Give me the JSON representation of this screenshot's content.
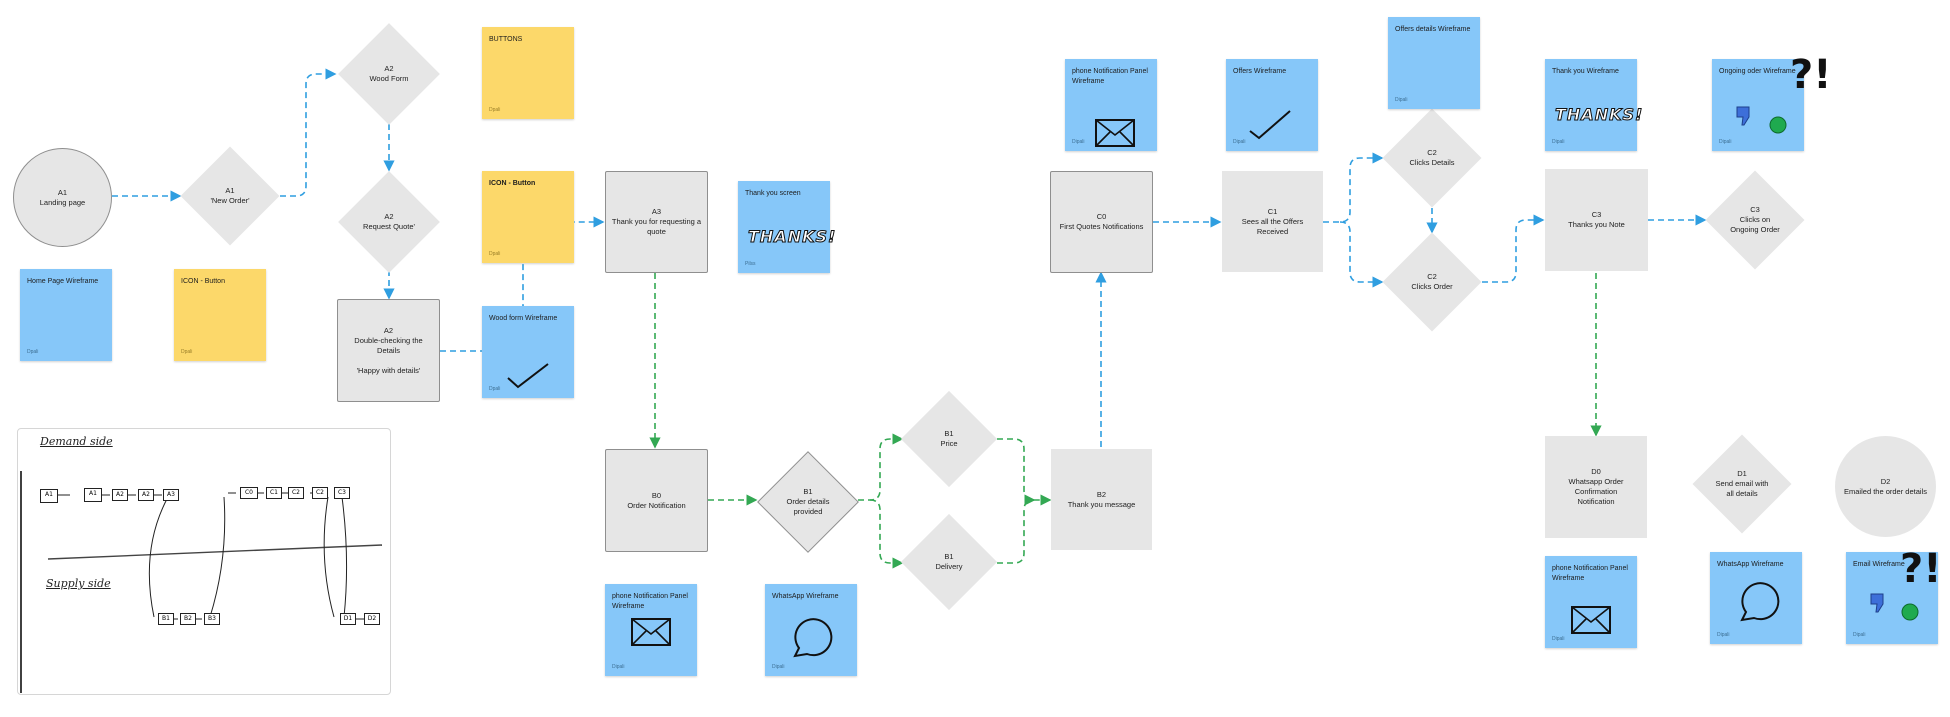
{
  "colors": {
    "node_fill": "#e6e6e6",
    "sticky_blue": "#86c7f9",
    "sticky_yellow": "#fcd86a",
    "flow_blue": "#2f9ee0",
    "flow_green": "#33a853"
  },
  "nodes": {
    "a1_landing": "A1\nLanding page",
    "a1_new_order": "A1\n'New Order'",
    "a2_wood_form": "A2\nWood Form",
    "a2_request_quote": "A2\nRequest Quote'",
    "a2_double_check": "A2\nDouble-checking the Details\n\n'Happy with details'",
    "a3_thank_you": "A3\nThank you for requesting a\nquote",
    "b0_order_notification": "B0\nOrder Notification",
    "b1_order_details": "B1\nOrder details\nprovided",
    "b1_price": "B1\nPrice",
    "b1_delivery": "B1\nDelivery",
    "b2_thank_you_message": "B2\nThank you message",
    "c0_first_quotes": "C0\nFirst Quotes Notifications",
    "c1_sees_offers": "C1\nSees all the Offers Received",
    "c2_clicks_details": "C2\nClicks Details",
    "c2_clicks_order": "C2\nClicks Order",
    "c3_thanks_note": "C3\nThanks you Note",
    "c3_clicks_ongoing": "C3\nClicks on\nOngoing Order",
    "d0_whatsapp_confirmation": "D0\nWhatsapp Order Confirmation\nNotification",
    "d1_send_email": "D1\nSend email with\nall details",
    "d2_emailed": "D2\nEmailed the order details"
  },
  "stickies": {
    "buttons": {
      "title": "BUTTONS",
      "author": "Dpali"
    },
    "icon_button_1": {
      "title": "ICON - Button",
      "author": "Dpali"
    },
    "icon_button_2": {
      "title": "ICON - Button",
      "author": "Dpali"
    },
    "home_page_wireframe": {
      "title": "Home Page Wireframe",
      "author": "Dpali"
    },
    "wood_form_wireframe": {
      "title": "Wood form Wireframe",
      "author": "Dpali"
    },
    "thank_you_screen": {
      "title": "Thank you screen",
      "author": "Pilss",
      "art": "THANKS!"
    },
    "phone_notif_1": {
      "title": "phone Notification Panel\nWireframe",
      "author": "Dipali"
    },
    "whatsapp_1": {
      "title": "WhatsApp Wireframe",
      "author": "Dipali"
    },
    "phone_notif_2": {
      "title": "phone Notification Panel\nWireframe",
      "author": "Dipali"
    },
    "offers_wireframe": {
      "title": "Offers Wireframe",
      "author": "Dipali"
    },
    "offers_details_wireframe": {
      "title": "Offers details Wireframe",
      "author": "Dipali"
    },
    "thank_you_wireframe": {
      "title": "Thank you Wireframe",
      "author": "Dipali",
      "art": "THANKS!"
    },
    "ongoing_order_wireframe": {
      "title": "Ongoing oder Wireframe",
      "author": "Dipali",
      "mark": "?!"
    },
    "phone_notif_3": {
      "title": "phone Notification Panel\nWireframe",
      "author": "Dipali"
    },
    "whatsapp_2": {
      "title": "WhatsApp Wireframe",
      "author": "Dipali"
    },
    "email_wireframe": {
      "title": "Email Wireframe",
      "author": "Dipali",
      "mark": "?!"
    }
  },
  "sketch": {
    "title_top": "Demand side",
    "title_bottom": "Supply side",
    "boxes_top": [
      "A1",
      "A1",
      "A2",
      "A2",
      "A3",
      "C0",
      "C1",
      "C2",
      "C2",
      "C3"
    ],
    "boxes_bottom": [
      "B1",
      "B2",
      "B3",
      "D1",
      "D2"
    ]
  }
}
